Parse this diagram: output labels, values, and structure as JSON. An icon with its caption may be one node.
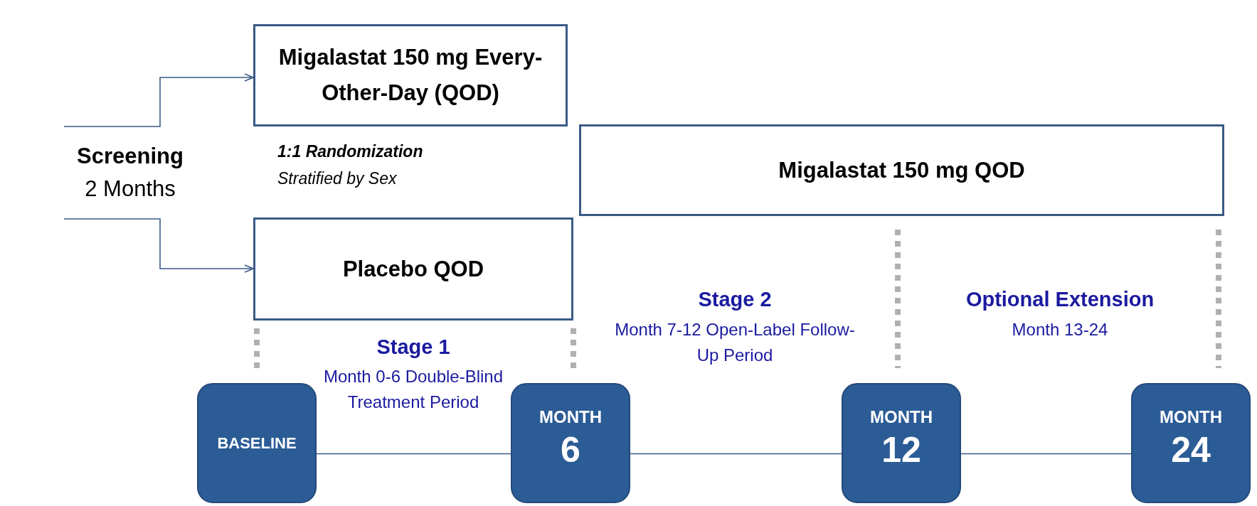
{
  "diagram": {
    "nodes": [
      {
        "text": [
          "Screening",
          "2 Months"
        ]
      },
      {
        "text": [
          "Migalastat 150 mg Every-Other-Day (QOD)"
        ]
      },
      {
        "text": [
          "Placebo QOD"
        ]
      },
      {
        "text": [
          "Migalastat 150 mg QOD"
        ]
      },
      {
        "text": [
          "BASELINE"
        ]
      },
      {
        "text": [
          "MONTH",
          "6"
        ]
      },
      {
        "text": [
          "MONTH",
          "12"
        ]
      },
      {
        "text": [
          "MONTH",
          "24"
        ]
      }
    ],
    "edges": [
      {
        "from": 0,
        "to": 1,
        "arrow": "to"
      },
      {
        "from": 0,
        "to": 2,
        "arrow": "to"
      },
      {
        "from": 4,
        "to": 5,
        "arrow": "none"
      },
      {
        "from": 5,
        "to": 6,
        "arrow": "none"
      },
      {
        "from": 6,
        "to": 7,
        "arrow": "none"
      }
    ],
    "labels": [
      "1:1 Randomization",
      "Stratified by Sex",
      "Stage 2",
      "Month 7-12 Open-Label Follow-Up Period",
      "Optional Extension",
      "Month 13-24",
      "Stage 1",
      "Month 0-6 Double-Blind Treatment Period"
    ]
  }
}
